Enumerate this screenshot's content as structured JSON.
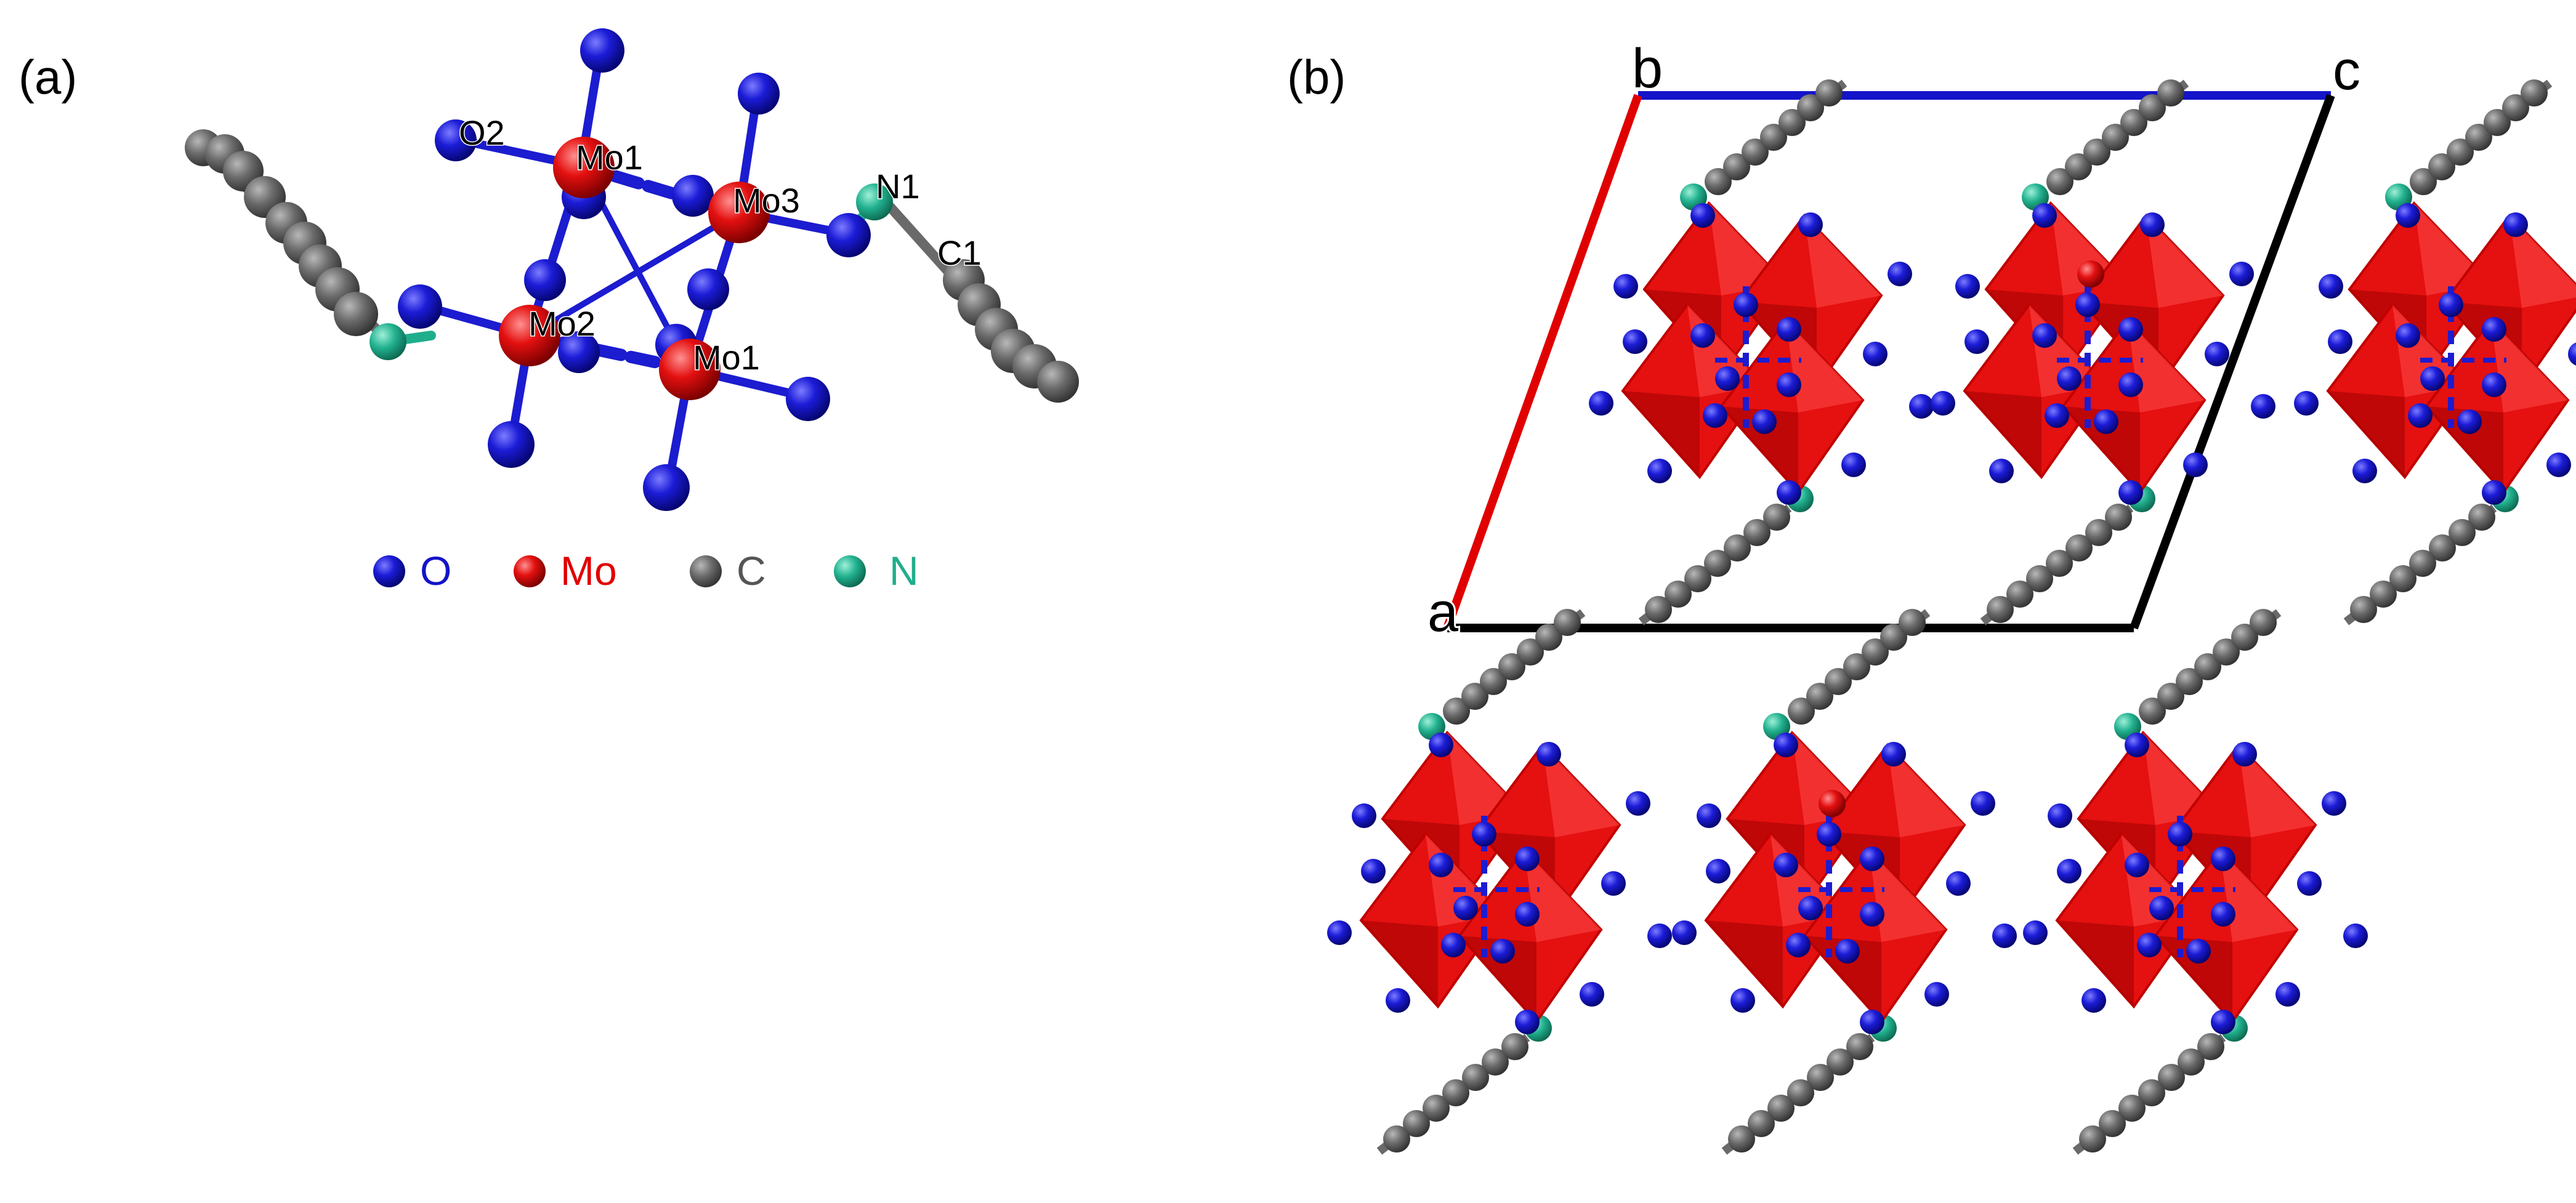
{
  "panel_a": {
    "label": "(a)",
    "atom_labels": {
      "o2": "O2",
      "mo1_top": "Mo1",
      "mo3": "Mo3",
      "n1": "N1",
      "c1": "C1",
      "mo2": "Mo2",
      "mo1_bottom": "Mo1"
    },
    "legend": [
      {
        "symbol": "O",
        "color": "#1414c8"
      },
      {
        "symbol": "Mo",
        "color": "#e00000"
      },
      {
        "symbol": "C",
        "color": "#555555"
      },
      {
        "symbol": "N",
        "color": "#1fae8c"
      }
    ]
  },
  "panel_b": {
    "label": "(b)",
    "axes": {
      "a": "a",
      "b": "b",
      "c": "c"
    },
    "axis_colors": {
      "a": "#e00000",
      "b": "#000000",
      "c": "#1414c8"
    }
  },
  "colors": {
    "oxygen": "#1414c8",
    "molybdenum": "#e00000",
    "carbon": "#5a5a5a",
    "nitrogen": "#1fae8c",
    "polyhedron": "#e51010",
    "polyhedron_dark": "#a00000"
  }
}
